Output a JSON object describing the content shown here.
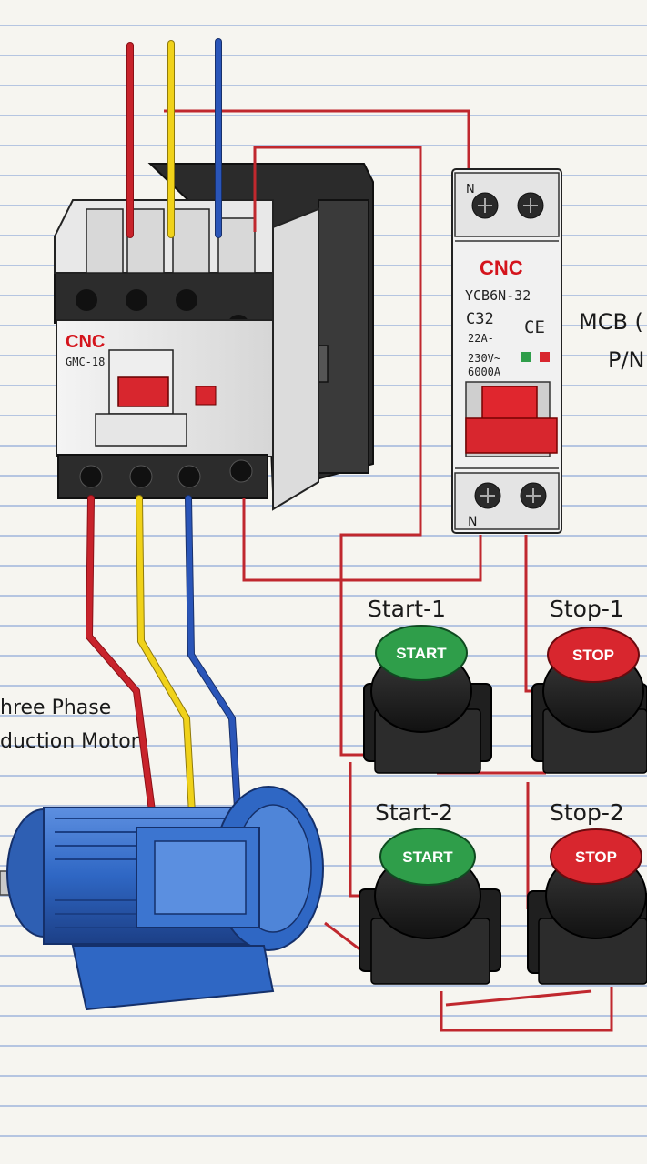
{
  "contactor": {
    "brand": "CNC",
    "model": "GMC-18"
  },
  "mcb": {
    "brand": "CNC",
    "model": "YCB6N-32",
    "rating": "C32",
    "current": "22A-",
    "voltage": "230V~",
    "breaking": "6000A",
    "ce_mark": "CE",
    "neutral_top": "N",
    "neutral_bottom": "N",
    "side_label_1": "MCB (",
    "side_label_2": "P/N"
  },
  "motor": {
    "label_line1": "hree Phase",
    "label_line2": "duction Motor"
  },
  "buttons": {
    "start1": {
      "caption": "Start-1",
      "cap_text": "START"
    },
    "stop1": {
      "caption": "Stop-1",
      "cap_text": "STOP"
    },
    "start2": {
      "caption": "Start-2",
      "cap_text": "START"
    },
    "stop2": {
      "caption": "Stop-2",
      "cap_text": "STOP"
    }
  },
  "colors": {
    "paper": "#f6f5f0",
    "ruled_line": "#9fb5dc",
    "wire_red": "#c8232b",
    "wire_yellow": "#f0d21a",
    "wire_blue": "#2a55b8",
    "control_wire": "#c0282e",
    "motor_blue": "#2f67c4",
    "start_green": "#2f9e4a",
    "stop_red": "#d8262e"
  }
}
